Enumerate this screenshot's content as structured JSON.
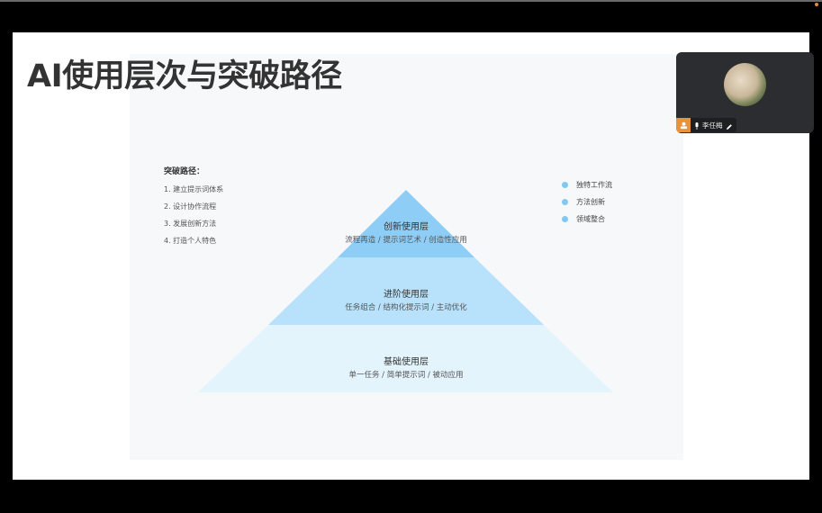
{
  "slide": {
    "title": "AI使用层次与突破路径",
    "breakthrough_path": {
      "title": "突破路径：",
      "items": [
        "1. 建立提示词体系",
        "2. 设计协作流程",
        "3. 发展创新方法",
        "4. 打造个人特色"
      ]
    },
    "legend": {
      "items": [
        "独特工作流",
        "方法创新",
        "领域整合"
      ],
      "dot_color": "#81c9f0"
    },
    "pyramid": {
      "layers": [
        {
          "name": "创新使用层",
          "desc": "流程再造 / 提示词艺术 / 创造性应用",
          "color": "#8dcdf6"
        },
        {
          "name": "进阶使用层",
          "desc": "任务组合 / 结构化提示词 / 主动优化",
          "color": "#b8e2fb"
        },
        {
          "name": "基础使用层",
          "desc": "单一任务 / 简单提示词 / 被动应用",
          "color": "#e4f4fd"
        }
      ]
    }
  },
  "video_tile": {
    "participant_name": "李任梅",
    "accent_color": "#e8923a"
  }
}
